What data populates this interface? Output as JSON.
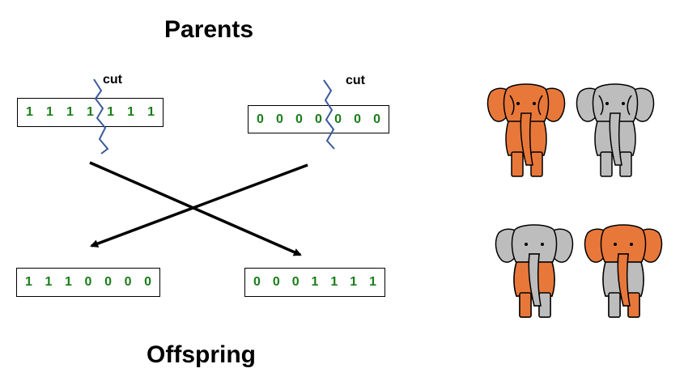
{
  "titles": {
    "parents": "Parents",
    "offspring": "Offspring"
  },
  "cut_label": "cut",
  "chromosomes": {
    "parent_1": [
      "1",
      "1",
      "1",
      "1",
      "1",
      "1",
      "1"
    ],
    "parent_2": [
      "0",
      "0",
      "0",
      "0",
      "0",
      "0",
      "0"
    ],
    "offspring_1": [
      "1",
      "1",
      "1",
      "0",
      "0",
      "0",
      "0"
    ],
    "offspring_2": [
      "0",
      "0",
      "0",
      "1",
      "1",
      "1",
      "1"
    ]
  },
  "colors": {
    "gene_text": "#1a7d1a",
    "cut_line": "#3a5a9a",
    "arrow": "#000000",
    "elephant_orange": "#e8783a",
    "elephant_gray": "#bdbdbd"
  },
  "icons": {
    "parent_pair": [
      "orange-elephant-icon",
      "gray-elephant-icon"
    ],
    "offspring_pair": [
      "mixed-gray-orange-elephant-icon",
      "mixed-orange-gray-elephant-icon"
    ]
  }
}
